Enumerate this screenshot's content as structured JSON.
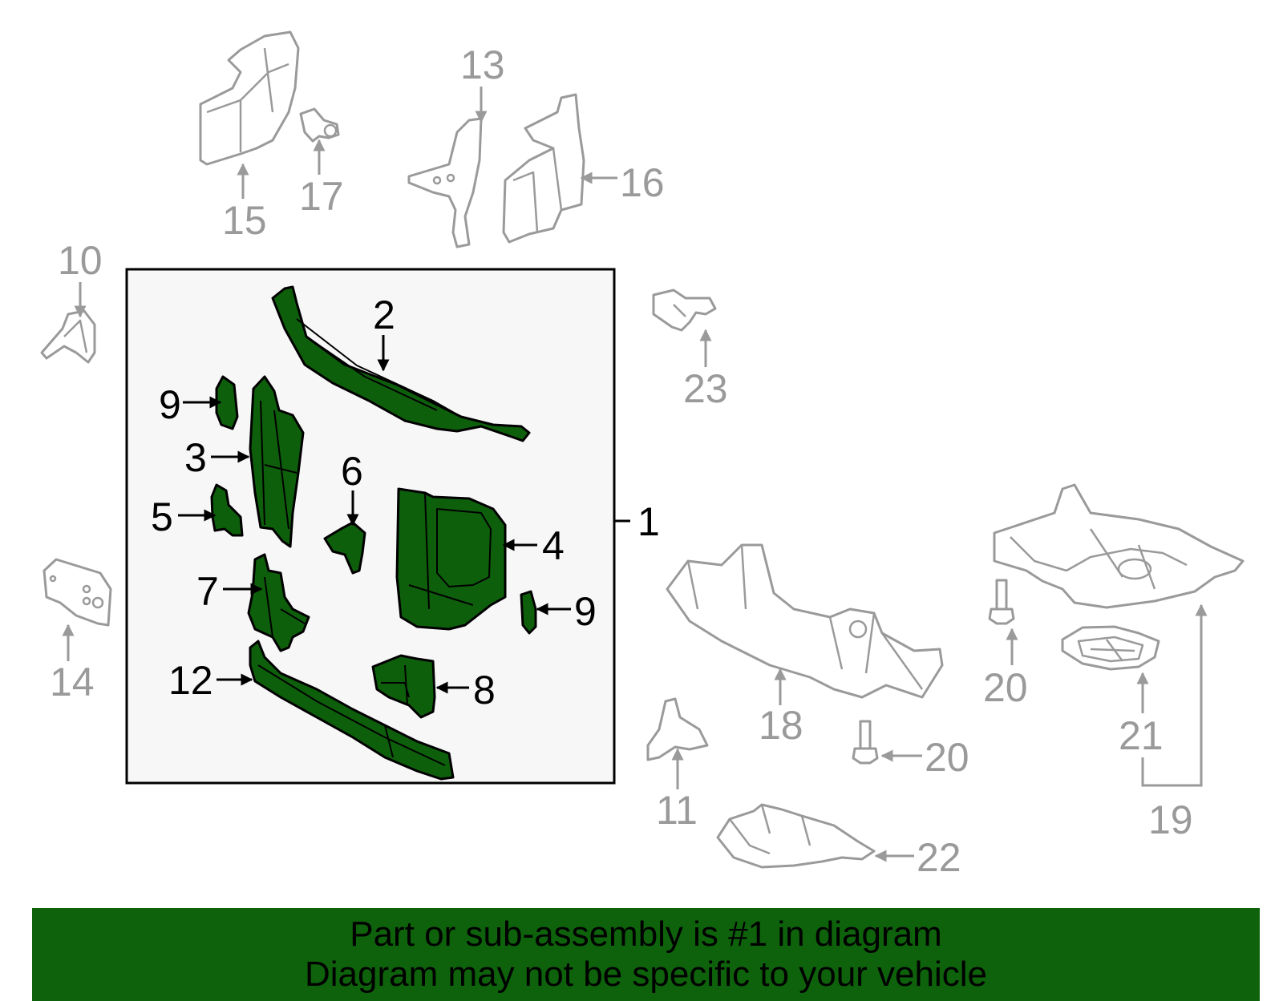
{
  "callouts": {
    "c1": "1",
    "c2": "2",
    "c3": "3",
    "c4": "4",
    "c5": "5",
    "c6": "6",
    "c7": "7",
    "c8": "8",
    "c9a": "9",
    "c9b": "9",
    "c10": "10",
    "c11": "11",
    "c12": "12",
    "c13": "13",
    "c14": "14",
    "c15": "15",
    "c16": "16",
    "c17": "17",
    "c18": "18",
    "c19": "19",
    "c20a": "20",
    "c20b": "20",
    "c21": "21",
    "c22": "22",
    "c23": "23"
  },
  "banner": {
    "line1": "Part or sub-assembly is #1 in diagram",
    "line2": "Diagram may not be specific to your vehicle"
  },
  "colors": {
    "highlight_green": "#0e620b",
    "outline_grey": "#9a9a9a",
    "box_fill": "#f7f7f7"
  }
}
